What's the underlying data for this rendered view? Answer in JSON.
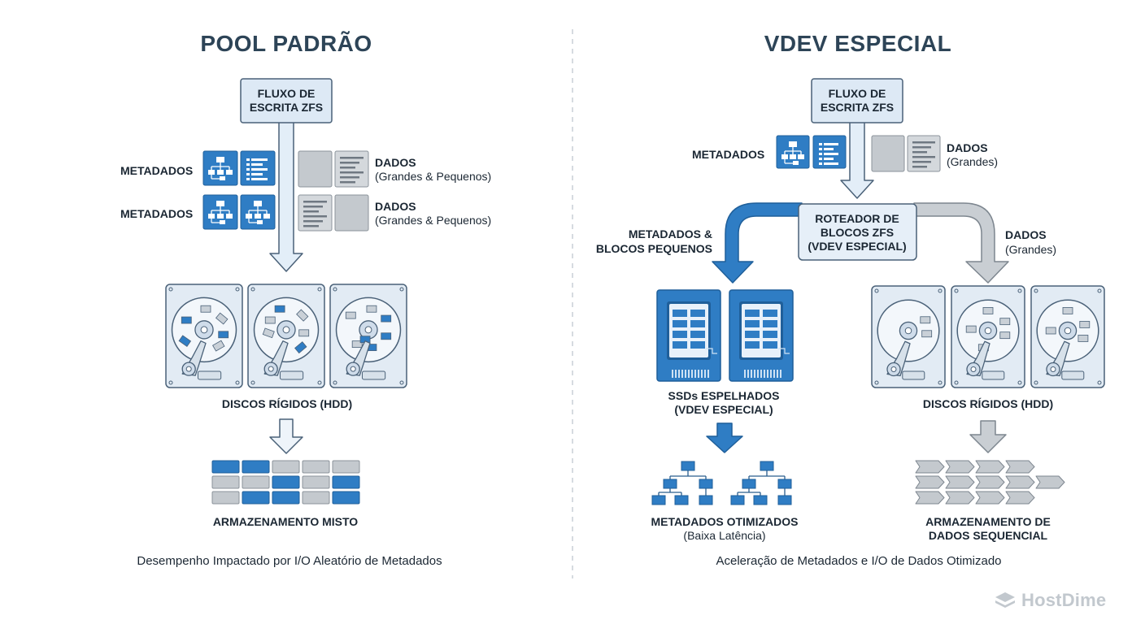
{
  "left": {
    "title": "POOL PADRÃO",
    "flow_box": [
      "FLUXO DE",
      "ESCRITA ZFS"
    ],
    "metadata_label_1": "METADADOS",
    "metadata_label_2": "METADADOS",
    "data_label_1": "DADOS",
    "data_sub_1": "(Grandes & Pequenos)",
    "data_label_2": "DADOS",
    "data_sub_2": "(Grandes & Pequenos)",
    "hdd_label": "DISCOS RÍGIDOS (HDD)",
    "storage_label": "ARMAZENAMENTO MISTO",
    "caption": "Desempenho Impactado por I/O Aleatório de Metadados"
  },
  "right": {
    "title": "VDEV ESPECIAL",
    "flow_box": [
      "FLUXO DE",
      "ESCRITA ZFS"
    ],
    "metadata_label": "METADADOS",
    "data_label": "DADOS",
    "data_sub": "(Grandes)",
    "router_box": [
      "ROTEADOR DE",
      "BLOCOS ZFS",
      "(VDEV ESPECIAL)"
    ],
    "branch_left": [
      "METADADOS &",
      "BLOCOS PEQUENOS"
    ],
    "branch_right": [
      "DADOS",
      "(Grandes)"
    ],
    "ssd_label": [
      "SSDs ESPELHADOS",
      "(VDEV ESPECIAL)"
    ],
    "hdd_label": "DISCOS RÍGIDOS (HDD)",
    "meta_opt_label": "METADADOS OTIMIZADOS",
    "meta_opt_sub": "(Baixa Latência)",
    "seq_label": [
      "ARMAZENAMENTO DE",
      "DADOS SEQUENCIAL"
    ],
    "caption": "Aceleração de Metadados e I/O de Dados Otimizado"
  },
  "logo": {
    "text": "HostDime"
  },
  "colors": {
    "blue": "#2f7dc4",
    "blue_light": "#dbe9f6",
    "gray": "#c4c9ce",
    "navy": "#2d4457",
    "outline": "#4a6178"
  },
  "icons": [
    "hierarchy-icon",
    "list-icon",
    "document-icon",
    "hard-drive-icon",
    "ssd-icon",
    "arrow-down-icon",
    "chevron-block-icon",
    "hostdime-logo-icon"
  ]
}
